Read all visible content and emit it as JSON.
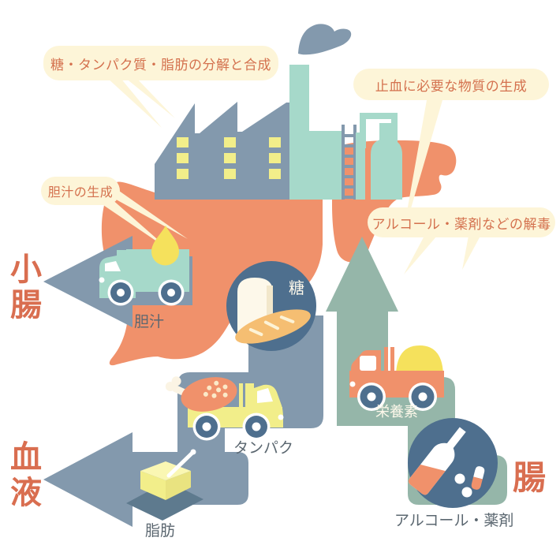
{
  "title_hint": "liver-function-factory-illustration",
  "bubbles": {
    "metabolism": "糖・タンパク質・脂肪の分解と合成",
    "clotting": "止血に必要な物質の生成",
    "bile": "胆汁の生成",
    "detox": "アルコール・薬剤などの解毒"
  },
  "destinations": {
    "small_intestine": "小腸",
    "blood": "血液",
    "intestine": "腸"
  },
  "cargo_labels": {
    "bile": "胆汁",
    "sugar": "糖",
    "protein": "タンパク",
    "fat": "脂肪",
    "nutrients": "栄養素",
    "alcohol_drugs": "アルコール・薬剤"
  },
  "colors": {
    "liver": "#F0916B",
    "blue": "#8399AD",
    "teal": "#A6D9CA",
    "green": "#95B6A9",
    "dark": "#4E6F8E",
    "yellow": "#F2EE8A",
    "gold": "#F5E15C",
    "baguette": "#F5BE72",
    "cream": "#FDF8EA",
    "bubble": "#FDF5D8",
    "accent": "#D4714E",
    "kanji": "#D96E50",
    "label": "#5B6770",
    "tray": "#5E7A8E",
    "butter-top": "#FAF7B3",
    "bone": "#FBF4E4"
  }
}
